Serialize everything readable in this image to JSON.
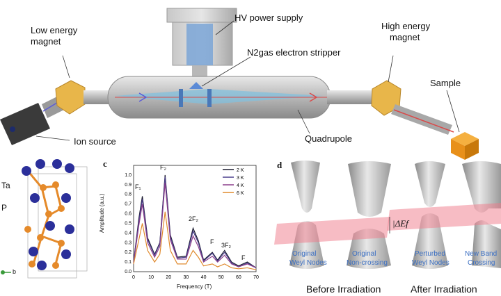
{
  "top": {
    "hv_power_supply": "HV power supply",
    "low_energy_magnet_1": "Low energy",
    "low_energy_magnet_2": "magnet",
    "high_energy_magnet_1": "High energy",
    "high_energy_magnet_2": "magnet",
    "stripper": "N2gas electron stripper",
    "sample": "Sample",
    "ion_source": "Ion source",
    "quadrupole": "Quadrupole"
  },
  "panel_b": {
    "ta_label": "Ta",
    "p_label": "P",
    "axis_b": "b"
  },
  "panel_c": {
    "letter": "c",
    "ylabel": "Amplitude (a.u.)",
    "xlabel": "Frequency (T)",
    "peaks": [
      "F₁",
      "F₂",
      "2F₂",
      "F",
      "3F₂",
      "F"
    ],
    "chart_data": {
      "type": "line",
      "xlim": [
        0,
        70
      ],
      "ylim": [
        0,
        1.1
      ],
      "xticks": [
        0,
        10,
        20,
        30,
        40,
        50,
        60,
        70
      ],
      "yticks": [
        "0.0",
        "0.1",
        "0.2",
        "0.3",
        "0.4",
        "0.5",
        "0.6",
        "0.7",
        "0.8",
        "0.9",
        "1.0"
      ],
      "legend": "top-right",
      "series": [
        {
          "name": "2 K",
          "color": "#1a1a2e",
          "x": [
            0,
            3,
            5,
            8,
            12,
            15,
            18,
            21,
            25,
            30,
            34,
            37,
            40,
            45,
            48,
            52,
            56,
            60,
            65,
            70
          ],
          "y": [
            0.1,
            0.55,
            0.78,
            0.35,
            0.18,
            0.3,
            1.0,
            0.38,
            0.15,
            0.16,
            0.45,
            0.32,
            0.12,
            0.2,
            0.12,
            0.22,
            0.1,
            0.06,
            0.1,
            0.04
          ]
        },
        {
          "name": "3 K",
          "color": "#4b3f8c",
          "x": [
            0,
            3,
            5,
            8,
            12,
            15,
            18,
            21,
            25,
            30,
            34,
            37,
            40,
            45,
            48,
            52,
            56,
            60,
            65,
            70
          ],
          "y": [
            0.1,
            0.52,
            0.75,
            0.33,
            0.17,
            0.29,
            0.98,
            0.36,
            0.14,
            0.15,
            0.42,
            0.3,
            0.11,
            0.19,
            0.11,
            0.2,
            0.09,
            0.05,
            0.09,
            0.04
          ]
        },
        {
          "name": "4 K",
          "color": "#8c3f8c",
          "x": [
            0,
            3,
            5,
            8,
            12,
            15,
            18,
            21,
            25,
            30,
            34,
            37,
            40,
            45,
            48,
            52,
            56,
            60,
            65,
            70
          ],
          "y": [
            0.09,
            0.48,
            0.7,
            0.3,
            0.15,
            0.26,
            0.92,
            0.33,
            0.13,
            0.13,
            0.37,
            0.26,
            0.1,
            0.16,
            0.1,
            0.17,
            0.08,
            0.05,
            0.08,
            0.04
          ]
        },
        {
          "name": "6 K",
          "color": "#e08a2e",
          "x": [
            0,
            3,
            5,
            8,
            12,
            15,
            18,
            21,
            25,
            30,
            34,
            37,
            40,
            45,
            48,
            52,
            56,
            60,
            65,
            70
          ],
          "y": [
            0.08,
            0.33,
            0.5,
            0.22,
            0.1,
            0.18,
            0.62,
            0.22,
            0.08,
            0.08,
            0.22,
            0.15,
            0.06,
            0.08,
            0.05,
            0.08,
            0.04,
            0.03,
            0.04,
            0.02
          ]
        }
      ]
    }
  },
  "panel_d": {
    "letter": "d",
    "delta_ef": "|ΔEf",
    "labels": [
      "Original",
      "Weyl Nodes",
      "Original",
      "Non-crossing",
      "Perturbed",
      "Weyl Nodes",
      "New Band",
      "Crossing"
    ],
    "before": "Before Irradiation",
    "after": "After Irradiation"
  }
}
